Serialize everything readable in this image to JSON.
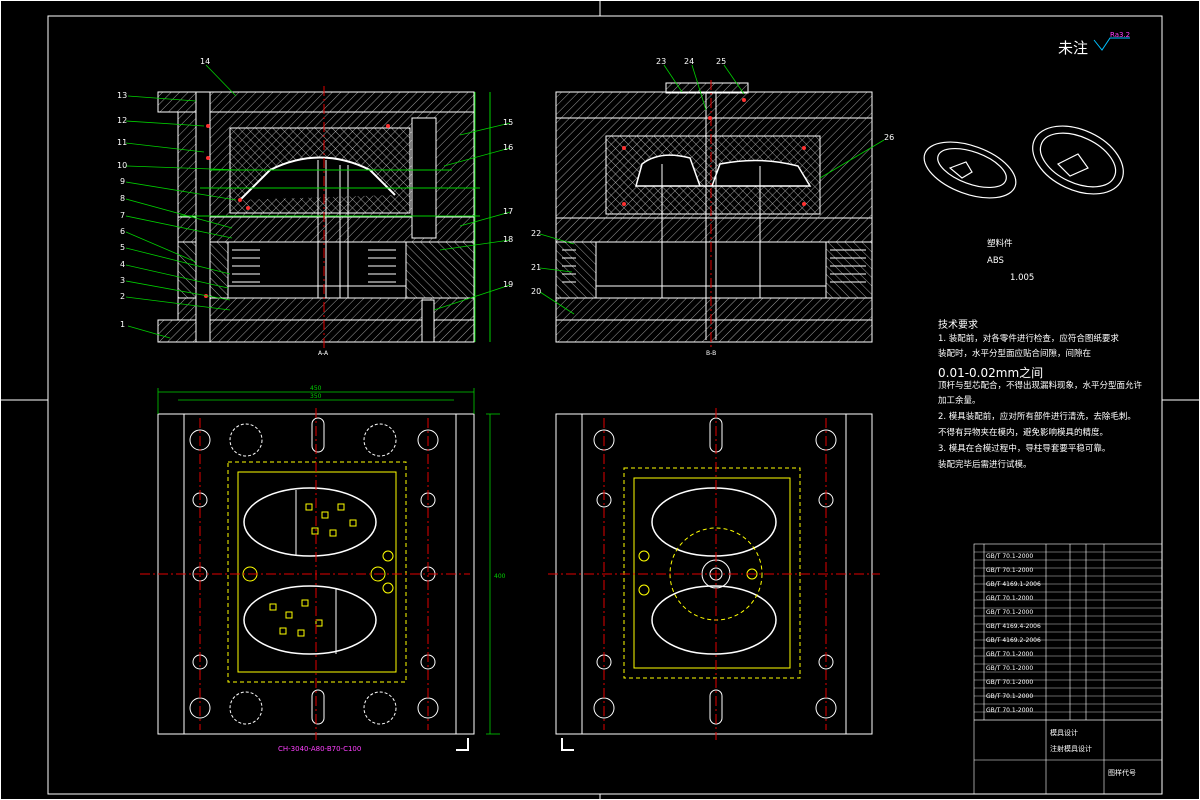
{
  "sheet": {
    "note_title": "未注",
    "roughness": "Ra3.2",
    "section_label_a": "A-A",
    "section_label_b": "B-B",
    "dim_a": "400",
    "dim_b": "350",
    "dim_c": "450",
    "order_code": "CH-3040-A80-B70-C100",
    "part_no": "塑料件",
    "material": "ABS",
    "shrinkage": "1.005"
  },
  "callouts": [
    "1",
    "2",
    "3",
    "4",
    "5",
    "6",
    "7",
    "8",
    "9",
    "10",
    "11",
    "12",
    "13",
    "14",
    "15",
    "16",
    "17",
    "18",
    "19",
    "20",
    "21",
    "22",
    "23",
    "24",
    "25",
    "26"
  ],
  "tech": {
    "title": "技术要求",
    "lines": [
      "1. 装配前，对各零件进行检查，应符合图纸要求",
      "装配时，水平分型面应贴合间隙，间隙在",
      "0.01-0.02mm之间",
      "顶杆与型芯配合，不得出现漏料现象，水平分型面允许",
      "加工余量。",
      "2. 模具装配前，应对所有部件进行清洗，去除毛刺。",
      "不得有异物夹在模内，避免影响模具的精度。",
      "3. 模具在合模过程中，导柱导套要平稳可靠。",
      "装配完毕后需进行试模。"
    ]
  },
  "bom": {
    "std_rows": [
      "GB/T 70.1-2000",
      "GB/T 70.1-2000",
      "GB/T 4169.1-2006",
      "GB/T 70.1-2000",
      "GB/T 70.1-2000",
      "GB/T 4169.4-2006",
      "GB/T 4169.2-2006",
      "GB/T 70.1-2000",
      "GB/T 70.1-2000",
      "GB/T 70.1-2000",
      "GB/T 70.1-2000",
      "GB/T 70.1-2000"
    ],
    "title_block": [
      "模具设计",
      "注射模具设计",
      "图样代号"
    ]
  }
}
